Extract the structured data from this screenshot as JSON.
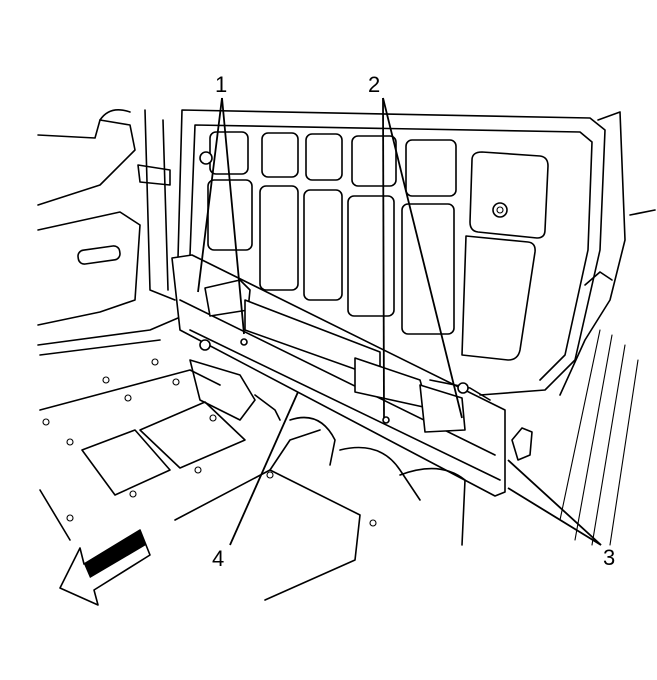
{
  "callouts": [
    {
      "id": "1",
      "label": "1"
    },
    {
      "id": "2",
      "label": "2"
    },
    {
      "id": "3",
      "label": "3"
    },
    {
      "id": "4",
      "label": "4"
    }
  ],
  "colors": {
    "line": "#000000",
    "background": "#ffffff"
  },
  "icons": {
    "direction": "forward-arrow-icon"
  }
}
